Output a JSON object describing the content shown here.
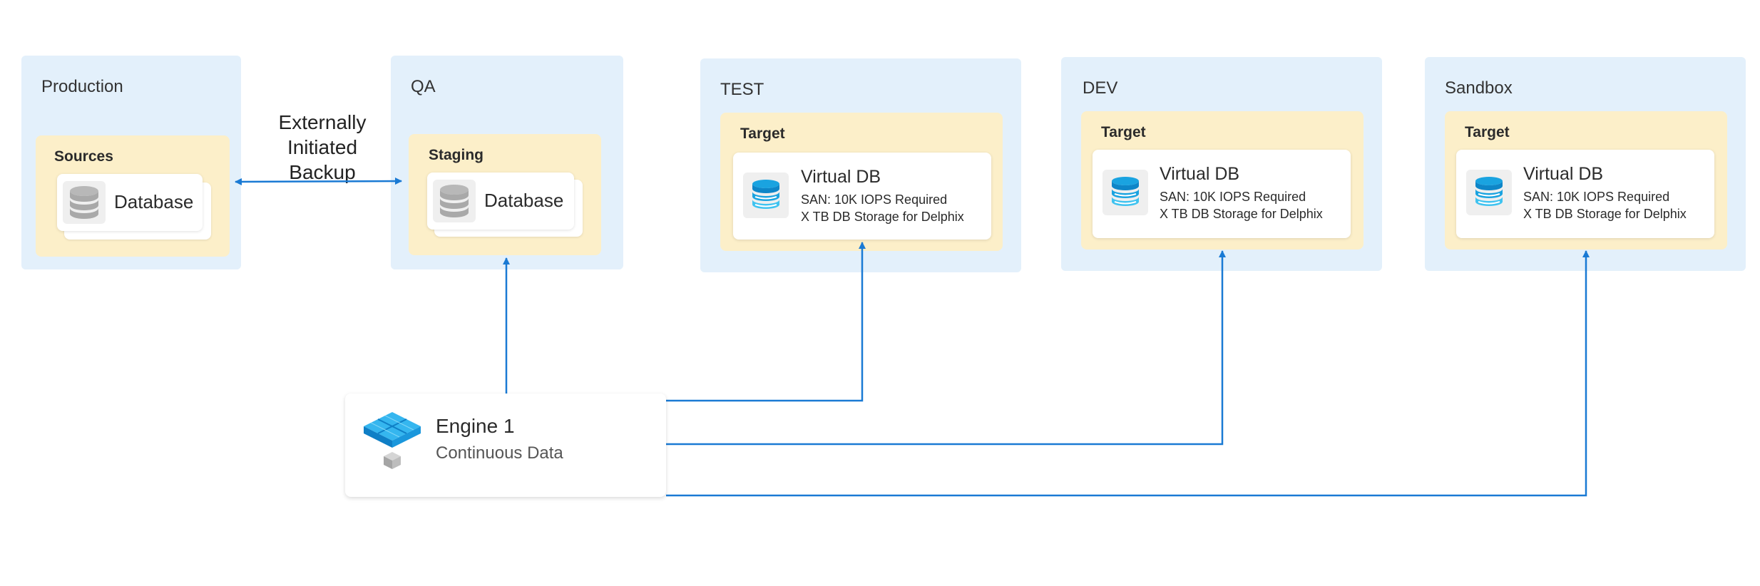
{
  "environments": {
    "production": {
      "title": "Production",
      "group": "Sources",
      "card_label": "Database",
      "card_icon": "database-icon"
    },
    "qa": {
      "title": "QA",
      "group": "Staging",
      "card_label": "Database",
      "card_icon": "database-icon"
    },
    "test": {
      "title": "TEST",
      "group": "Target",
      "vdb_title": "Virtual DB",
      "vdb_line1": "SAN: 10K IOPS Required",
      "vdb_line2": "X TB DB Storage for Delphix",
      "card_icon": "virtual-db-icon"
    },
    "dev": {
      "title": "DEV",
      "group": "Target",
      "vdb_title": "Virtual DB",
      "vdb_line1": "SAN: 10K IOPS Required",
      "vdb_line2": "X TB DB Storage for Delphix",
      "card_icon": "virtual-db-icon"
    },
    "sandbox": {
      "title": "Sandbox",
      "group": "Target",
      "vdb_title": "Virtual DB",
      "vdb_line1": "SAN: 10K IOPS Required",
      "vdb_line2": "X TB DB Storage for Delphix",
      "card_icon": "virtual-db-icon"
    }
  },
  "backup_label": {
    "line1": "Externally",
    "line2": "Initiated",
    "line3": "Backup"
  },
  "engine": {
    "title": "Engine 1",
    "subtitle": "Continuous Data",
    "icon": "engine-icon"
  },
  "colors": {
    "env_bg": "#e3f0fb",
    "group_bg": "#fcefc9",
    "connector": "#1a7ad4",
    "vdb_icon": "#1aa3e0",
    "db_icon": "#a9a9a9"
  }
}
